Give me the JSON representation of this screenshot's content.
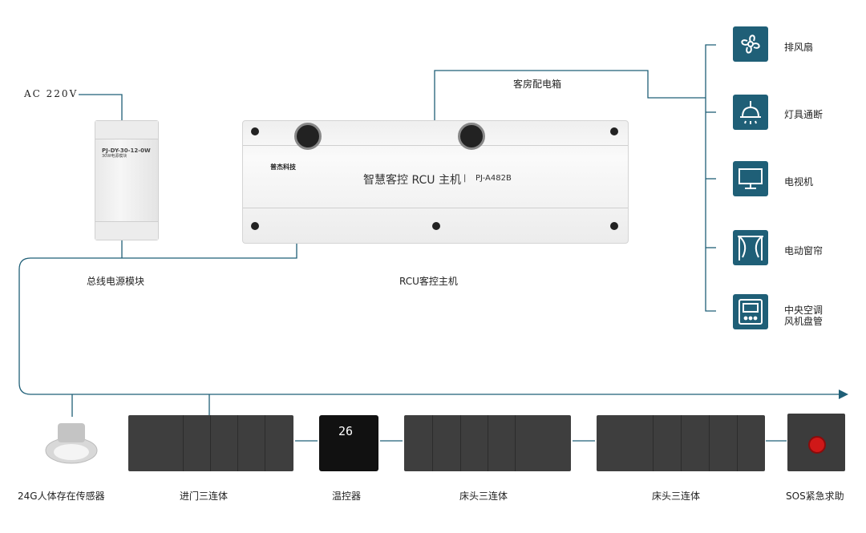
{
  "labels": {
    "ac_input": "AC 220V",
    "bus_power_module": "总线电源模块",
    "rcu_host": "RCU客控主机",
    "room_distribution_box": "客房配电箱",
    "exhaust_fan": "排风扇",
    "lighting": "灯具通断",
    "tv": "电视机",
    "curtain": "电动窗帘",
    "ac_line1": "中央空调",
    "ac_line2": "风机盘管",
    "sensor": "24G人体存在传感器",
    "entrance_panel": "进门三连体",
    "thermostat": "温控器",
    "bedside_panel_1": "床头三连体",
    "bedside_panel_2": "床头三连体",
    "sos": "SOS紧急求助"
  },
  "rcu": {
    "title": "智慧客控 RCU 主机",
    "separator": "|",
    "model": "PJ-A482B",
    "brand": "普杰科技"
  },
  "psu": {
    "model": "PJ-DY-30-12-0W",
    "subtitle": "30W电源模块"
  },
  "thermostat_display": "26",
  "icons": [
    "fan-icon",
    "ceiling-lamp-icon",
    "monitor-icon",
    "curtain-icon",
    "ac-controller-icon"
  ],
  "colors": {
    "icon_bg": "#1f5f77",
    "line": "#1f5f77",
    "sos_button": "#d01818"
  }
}
